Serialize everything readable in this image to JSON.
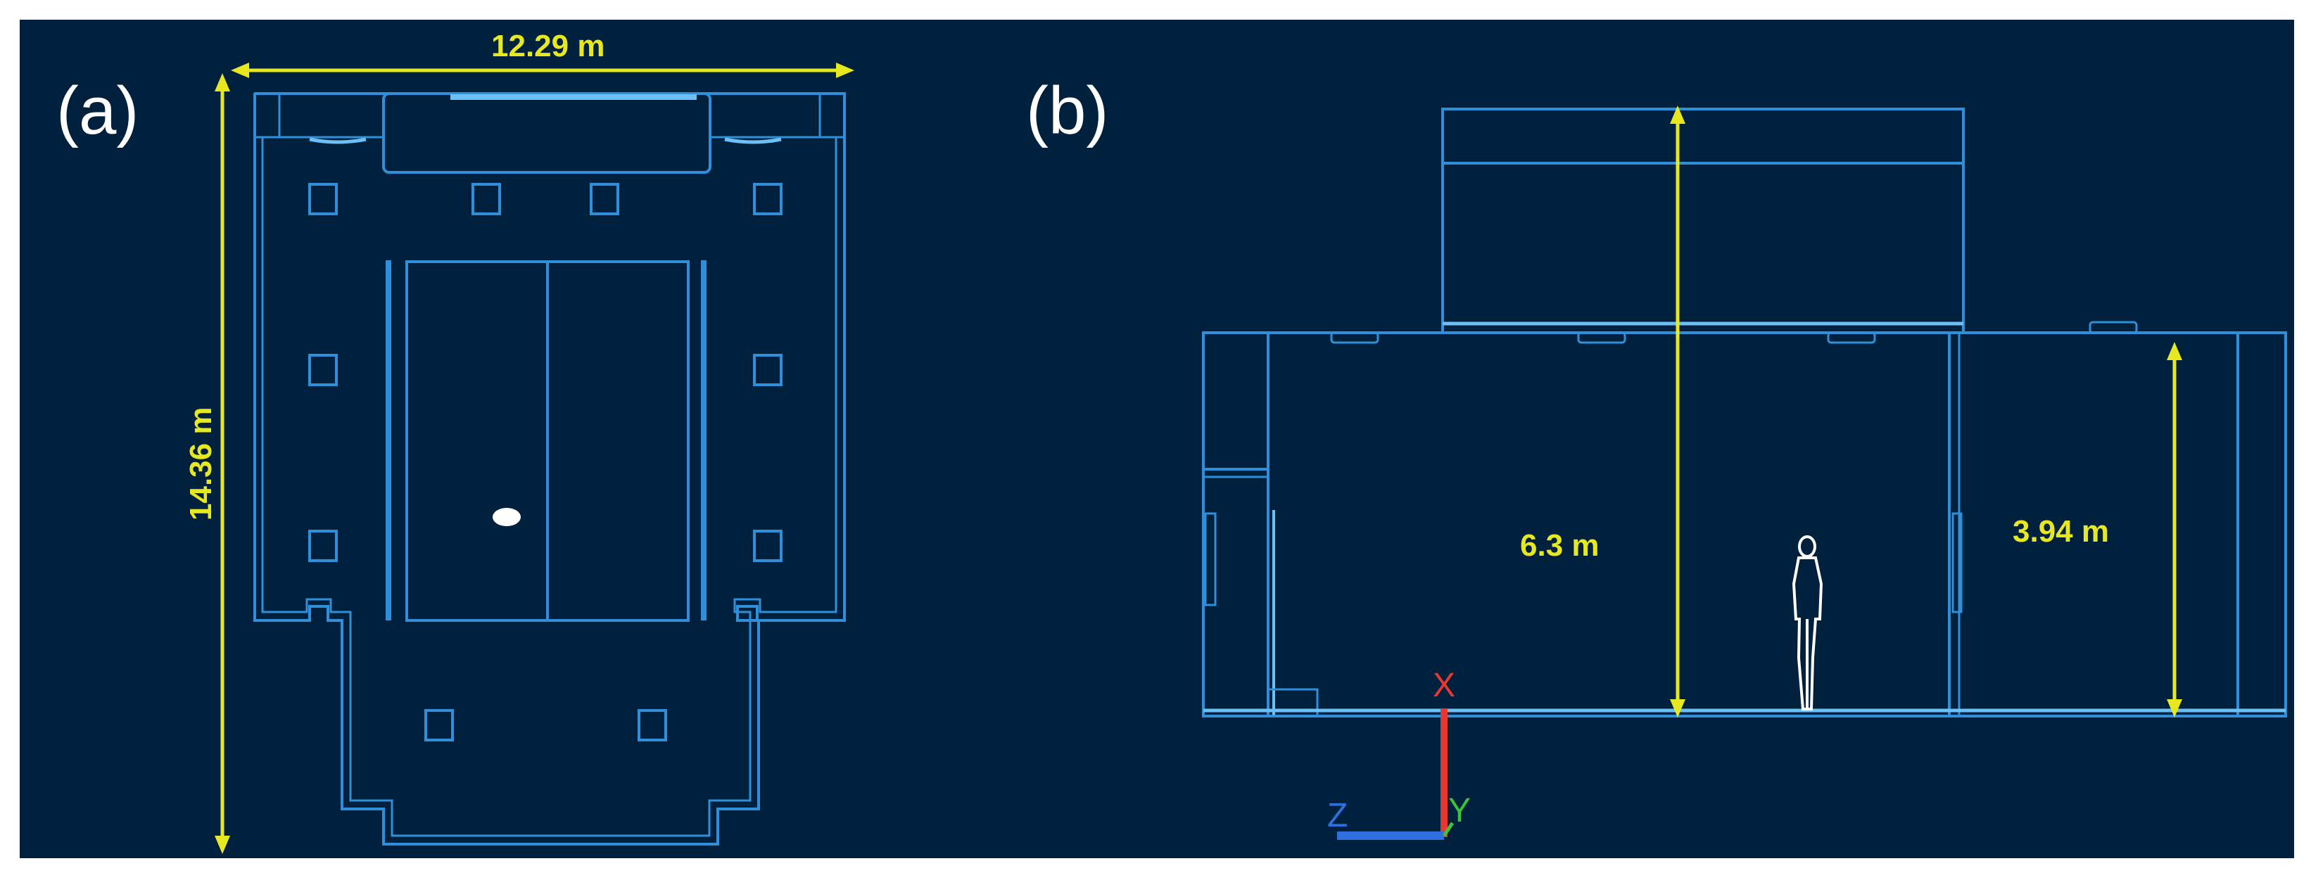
{
  "panels": [
    {
      "label": "(a)",
      "view": "plan",
      "dimensions": {
        "width_label": "12.29 m",
        "depth_label": "14.36 m"
      }
    },
    {
      "label": "(b)",
      "view": "section",
      "dimensions": {
        "total_height_label": "6.3 m",
        "room_height_label": "3.94 m"
      },
      "axes": {
        "x_label": "X",
        "y_label": "Y",
        "z_label": "Z",
        "x_color": "#e8382f",
        "y_color": "#3cc43c",
        "z_color": "#2f6fe0"
      }
    }
  ],
  "colors": {
    "background": "#00213d",
    "wireframe": "#2f8fd8",
    "dimension": "#e8e820",
    "figure": "#ffffff"
  }
}
